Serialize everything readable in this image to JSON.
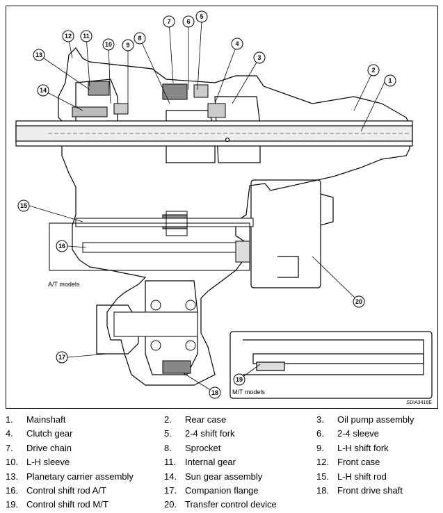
{
  "figure": {
    "code": "SDIA3418E",
    "at_models_label": "A/T models",
    "mt_models_label": "M/T models"
  },
  "legend": [
    {
      "num": "1.",
      "name": "Mainshaft"
    },
    {
      "num": "2.",
      "name": "Rear case"
    },
    {
      "num": "3.",
      "name": "Oil pump assembly"
    },
    {
      "num": "4.",
      "name": "Clutch gear"
    },
    {
      "num": "5.",
      "name": "2-4 shift fork"
    },
    {
      "num": "6.",
      "name": "2-4 sleeve"
    },
    {
      "num": "7.",
      "name": "Drive chain"
    },
    {
      "num": "8.",
      "name": "Sprocket"
    },
    {
      "num": "9.",
      "name": "L-H shift fork"
    },
    {
      "num": "10.",
      "name": "L-H sleeve"
    },
    {
      "num": "11.",
      "name": "Internal gear"
    },
    {
      "num": "12.",
      "name": "Front case"
    },
    {
      "num": "13.",
      "name": "Planetary carrier assembly"
    },
    {
      "num": "14.",
      "name": "Sun gear assembly"
    },
    {
      "num": "15.",
      "name": "L-H shift rod"
    },
    {
      "num": "16.",
      "name": "Control shift rod A/T"
    },
    {
      "num": "17.",
      "name": "Companion flange"
    },
    {
      "num": "18.",
      "name": "Front drive shaft"
    },
    {
      "num": "19.",
      "name": "Control shift rod M/T"
    },
    {
      "num": "20.",
      "name": "Transfer control device"
    }
  ],
  "callouts": [
    "1",
    "2",
    "3",
    "4",
    "5",
    "6",
    "7",
    "8",
    "9",
    "10",
    "11",
    "12",
    "13",
    "14",
    "15",
    "16",
    "17",
    "18",
    "19",
    "20"
  ]
}
